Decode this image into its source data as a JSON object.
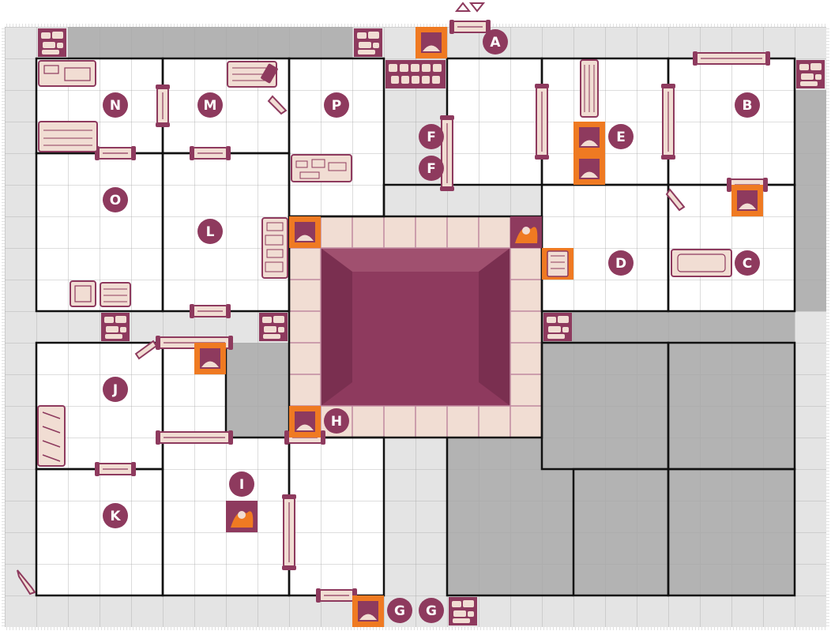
{
  "map": {
    "colors": {
      "background": "#e4e4e4",
      "floor": "#ffffff",
      "filled": "#b3b3b3",
      "grid": "#9a9a9a",
      "wall": "#111111",
      "marker": "#8e3a5e",
      "marker_text": "#ffffff",
      "tile_light": "#f1ddd3",
      "tile_highlight": "#ef7a22",
      "pit": "#8e3a5e"
    },
    "labels": [
      {
        "id": "A",
        "text": "A"
      },
      {
        "id": "B",
        "text": "B"
      },
      {
        "id": "C",
        "text": "C"
      },
      {
        "id": "D",
        "text": "D"
      },
      {
        "id": "E",
        "text": "E"
      },
      {
        "id": "F1",
        "text": "F"
      },
      {
        "id": "F2",
        "text": "F"
      },
      {
        "id": "G1",
        "text": "G"
      },
      {
        "id": "G2",
        "text": "G"
      },
      {
        "id": "H",
        "text": "H"
      },
      {
        "id": "I",
        "text": "I"
      },
      {
        "id": "J",
        "text": "J"
      },
      {
        "id": "K",
        "text": "K"
      },
      {
        "id": "L",
        "text": "L"
      },
      {
        "id": "M",
        "text": "M"
      },
      {
        "id": "N",
        "text": "N"
      },
      {
        "id": "O",
        "text": "O"
      },
      {
        "id": "P",
        "text": "P"
      }
    ],
    "icons": {
      "door": "door-icon",
      "rubble": "rubble-icon",
      "trapdoor": "trapdoor-icon",
      "chest": "chest-icon",
      "table": "table-icon",
      "bed": "bed-icon",
      "bookcase": "bookcase-icon",
      "weapon_rack": "weapon-rack-icon",
      "sarcophagus": "sarcophagus-icon",
      "monster": "monster-icon",
      "stairs": "stairs-icon",
      "arrow": "entry-arrow-icon"
    }
  }
}
